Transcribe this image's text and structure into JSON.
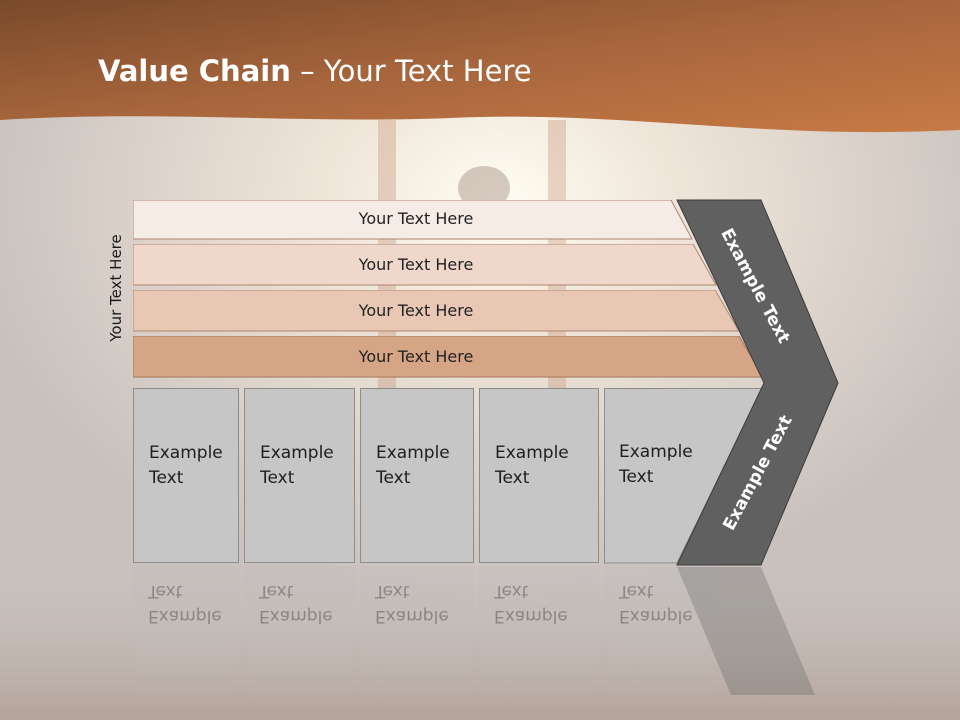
{
  "title": {
    "bold": "Value Chain",
    "rest": " – Your Text Here"
  },
  "side_label": "Your Text Here",
  "rows": [
    {
      "label": "Your Text Here",
      "color": "#f6ece6"
    },
    {
      "label": "Your Text Here",
      "color": "#efd8cb"
    },
    {
      "label": "Your Text Here",
      "color": "#e8c7b4"
    },
    {
      "label": "Your Text Here",
      "color": "#d6a586"
    }
  ],
  "cells": [
    {
      "line1": "Example",
      "line2": "Text"
    },
    {
      "line1": "Example",
      "line2": "Text"
    },
    {
      "line1": "Example",
      "line2": "Text"
    },
    {
      "line1": "Example",
      "line2": "Text"
    },
    {
      "line1": "Example",
      "line2": "Text"
    }
  ],
  "chevron": {
    "upper_label": "Example Text",
    "lower_label": "Example Text",
    "color": "#606060"
  },
  "colors": {
    "header": "#b86b3c",
    "cell_fill": "#c6c6c6"
  }
}
